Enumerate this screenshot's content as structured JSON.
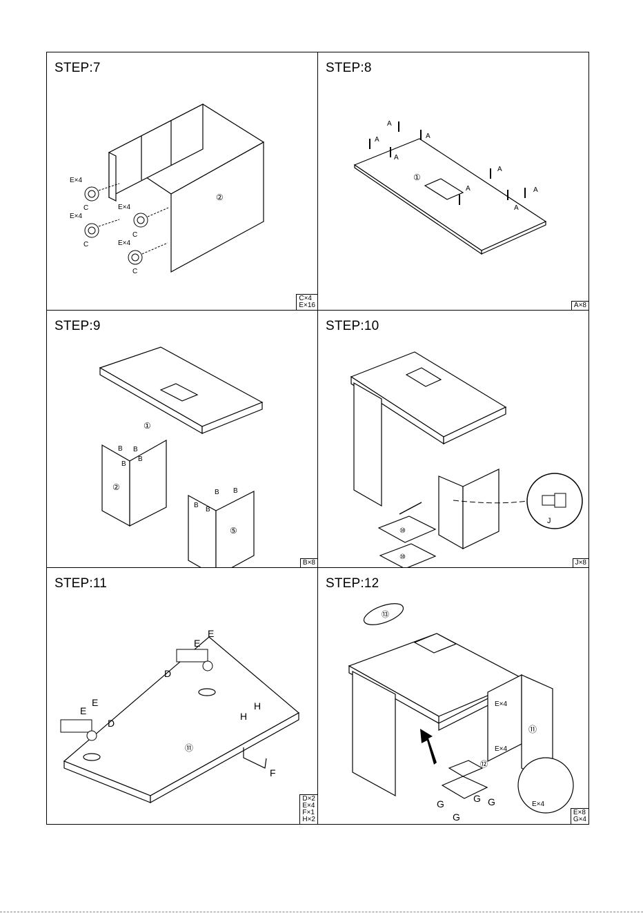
{
  "steps": [
    {
      "title": "STEP:7",
      "labels": {
        "e1": "E×4",
        "e2": "E×4",
        "e3": "E×4",
        "e4": "E×4",
        "c1": "C",
        "c2": "C",
        "c3": "C",
        "c4": "C",
        "panel": "②"
      },
      "parts": [
        "C×4",
        "E×16"
      ]
    },
    {
      "title": "STEP:8",
      "labels": {
        "a": "A",
        "panel": "①"
      },
      "parts": [
        "A×8"
      ]
    },
    {
      "title": "STEP:9",
      "labels": {
        "b": "B",
        "top": "①",
        "left": "②",
        "right": "⑤"
      },
      "parts": [
        "B×8"
      ]
    },
    {
      "title": "STEP:10",
      "labels": {
        "j": "J",
        "shelf": "⑩"
      },
      "parts": [
        "J×8"
      ]
    },
    {
      "title": "STEP:11",
      "labels": {
        "e": "E",
        "d": "D",
        "h": "H",
        "f": "F",
        "panel": "⑪"
      },
      "parts": [
        "D×2",
        "E×4",
        "F×1",
        "H×2"
      ]
    },
    {
      "title": "STEP:12",
      "labels": {
        "cover": "⑬",
        "door": "⑪",
        "tray": "⑫",
        "e4": "E×4",
        "g": "G"
      },
      "parts": [
        "E×8",
        "G×4"
      ]
    }
  ]
}
